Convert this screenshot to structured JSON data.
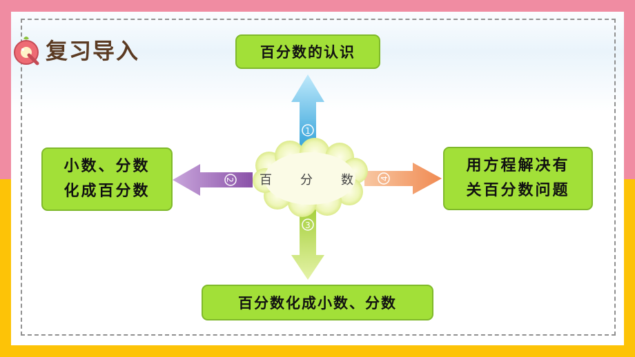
{
  "header": {
    "title": "复习导入"
  },
  "center": {
    "chars": [
      "百",
      "分",
      "数"
    ]
  },
  "branches": {
    "top": {
      "number": "1",
      "text": "百分数的认识"
    },
    "left": {
      "number": "2",
      "lines": [
        "小数、分数",
        "化成百分数"
      ]
    },
    "bottom": {
      "number": "3",
      "text": "百分数化成小数、分数"
    },
    "right": {
      "number": "4",
      "lines": [
        "用方程解决有",
        "关百分数问题"
      ]
    }
  },
  "colors": {
    "top_band": "#f08ca2",
    "bottom_band": "#fdc307",
    "box_fill": "#a2e038",
    "arrow_top": "#4fb8e6",
    "arrow_left": "#a06bb8",
    "arrow_bottom": "#b5d94a",
    "arrow_right": "#f4a06e",
    "cloud": "#e5f09a"
  },
  "icons": [
    "q-logo-icon"
  ]
}
